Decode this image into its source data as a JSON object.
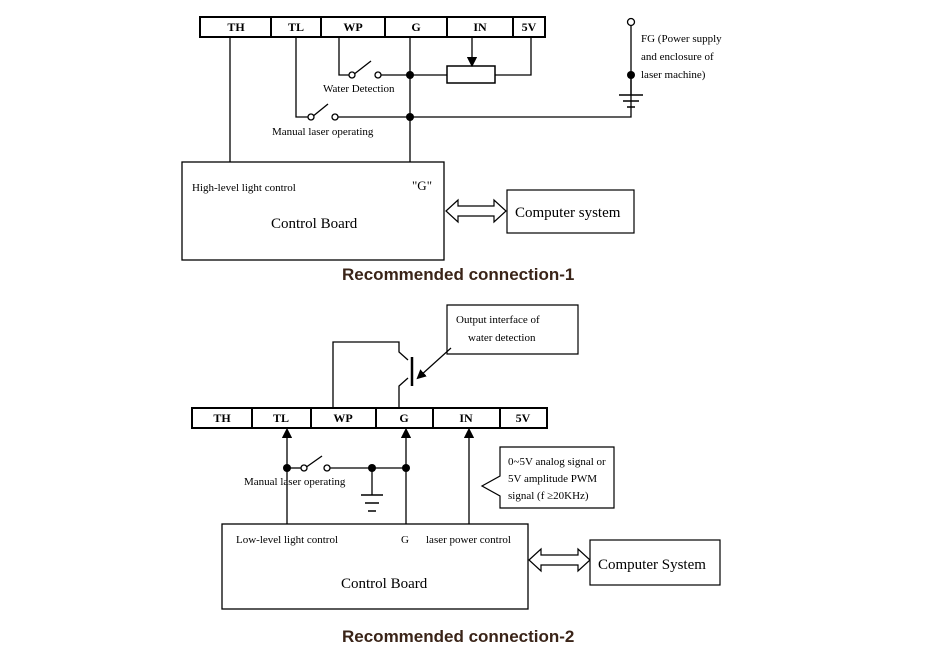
{
  "connection1": {
    "caption": "Recommended connection-1",
    "terminals": [
      "TH",
      "TL",
      "WP",
      "G",
      "IN",
      "5V"
    ],
    "water_detection": "Water Detection",
    "manual_laser": "Manual laser operating",
    "fg_note": [
      "FG (Power supply",
      "and enclosure of",
      "laser machine)"
    ],
    "high_level": "High-level light control",
    "g_mark": "\"G\"",
    "control_board": "Control Board",
    "computer": "Computer system"
  },
  "connection2": {
    "caption": "Recommended connection-2",
    "terminals": [
      "TH",
      "TL",
      "WP",
      "G",
      "IN",
      "5V"
    ],
    "output_note": [
      "Output interface of",
      "water detection"
    ],
    "signal_note": [
      "0~5V analog signal or",
      "5V amplitude PWM",
      "signal (f ≥20KHz)"
    ],
    "manual_laser": "Manual laser operating",
    "low_level": "Low-level light control",
    "g_label": "G",
    "power_control": "laser power control",
    "control_board": "Control Board",
    "computer": "Computer System"
  }
}
